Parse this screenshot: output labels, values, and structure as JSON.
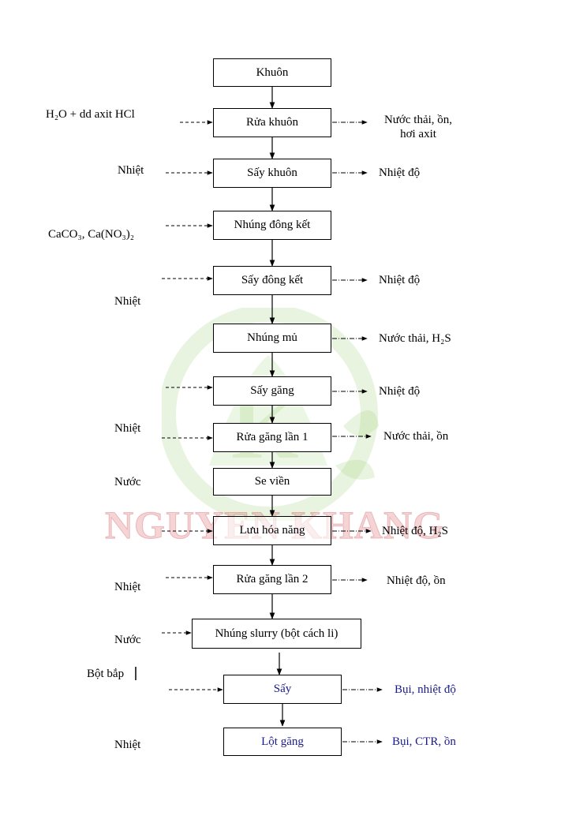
{
  "watermark": {
    "text": "NGUYEN KHANG"
  },
  "steps": [
    "Khuôn",
    "Rửa khuôn",
    "Sấy khuôn",
    "Nhúng đông kết",
    "Sấy đông kết",
    "Nhúng mủ",
    "Sấy găng",
    "Rửa găng lần 1",
    "Se viền",
    "Lưu hóa năng",
    "Rửa găng lần 2",
    "Nhúng slurry (bột cách li)",
    "Sấy",
    "Lột găng"
  ],
  "inputs": {
    "rua_khuon": "H₂O + dd axit HCl",
    "say_khuon": "Nhiệt",
    "nhung_dong_ket": "CaCO₃, Ca(NO₃)₂",
    "say_dong_ket": "Nhiệt",
    "rua_gang_1": "Nhiệt",
    "se_vien": "Nước",
    "rua_gang_2": "Nhiệt",
    "nhung_slurry": "Nước",
    "say": "Bột bắp",
    "lot_gang": "Nhiệt"
  },
  "outputs": {
    "rua_khuon_1": "Nước thải, ồn,",
    "rua_khuon_2": "hơi axit",
    "say_khuon": "Nhiệt độ",
    "say_dong_ket": "Nhiệt độ",
    "nhung_mu": "Nước thải, H₂S",
    "say_gang": "Nhiệt độ",
    "rua_gang_1": "Nước thải, ồn",
    "luu_hoa": "Nhiệt độ, H₂S",
    "rua_gang_2": "Nhiệt độ, ồn",
    "say": "Bụi, nhiệt độ",
    "lot_gang": "Bụi, CTR, ồn"
  },
  "colors": {
    "accent_blue": "#1a1a8c",
    "watermark_red": "#d23c46",
    "watermark_green": "#8fcf6a"
  }
}
